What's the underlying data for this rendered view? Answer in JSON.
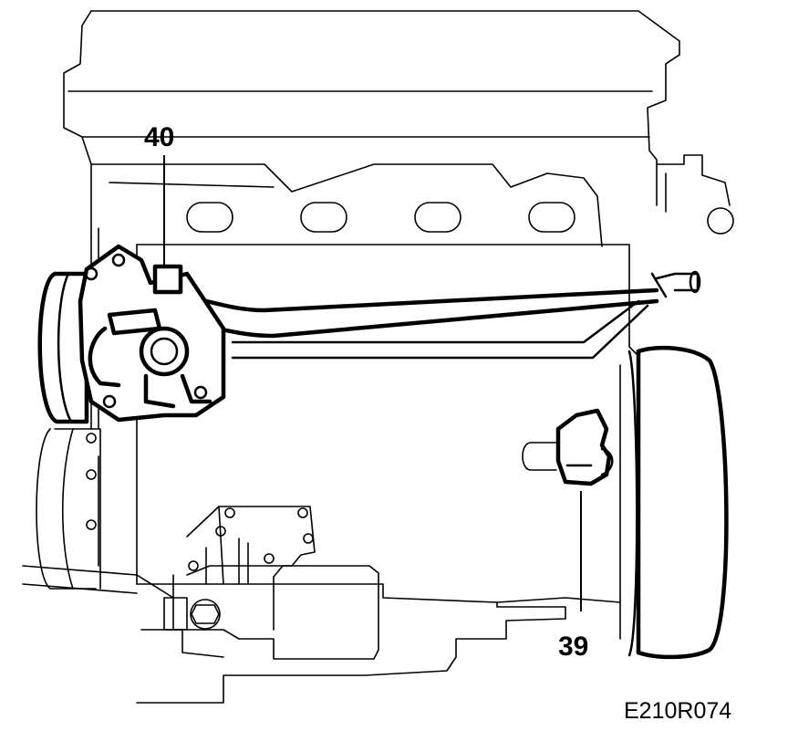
{
  "diagram": {
    "callouts": [
      {
        "id": "40",
        "label": "40"
      },
      {
        "id": "39",
        "label": "39"
      }
    ],
    "figure_code": "E210R074"
  }
}
